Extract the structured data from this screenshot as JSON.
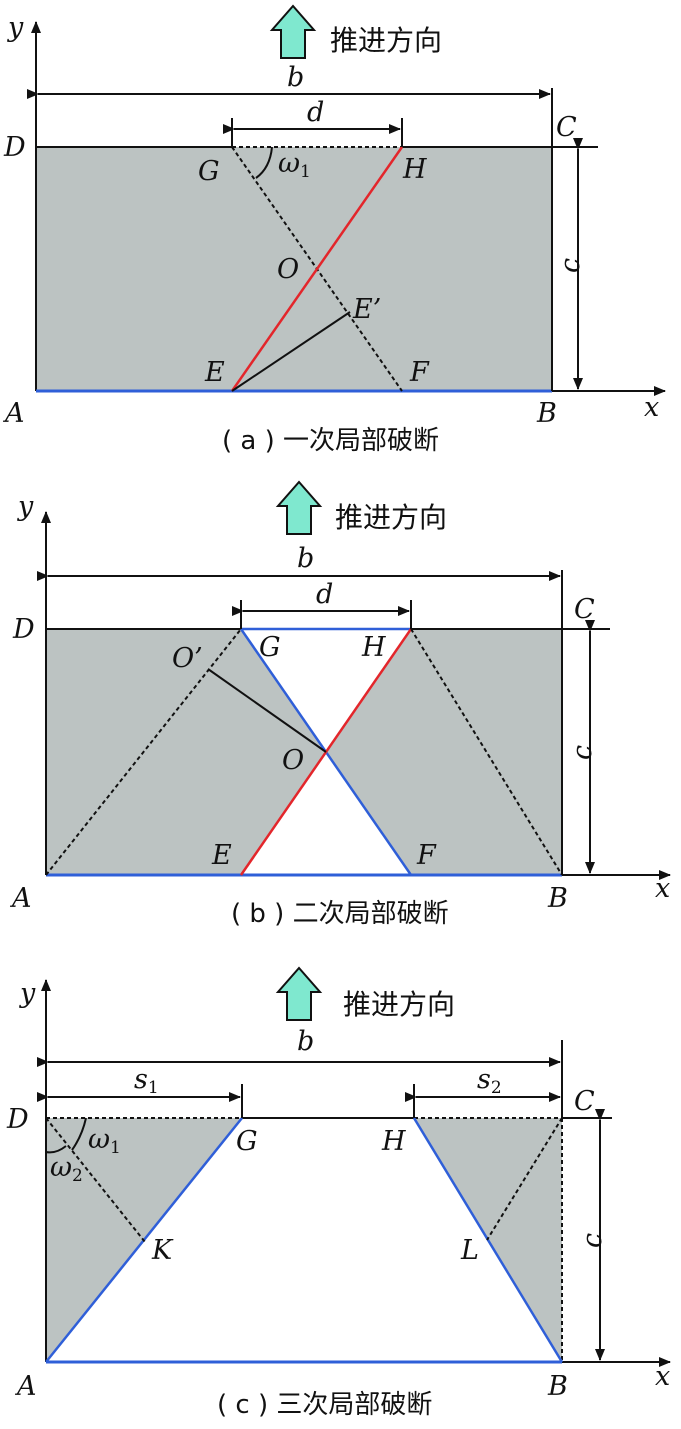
{
  "colors": {
    "fill_gray": "#bcc3c2",
    "red": "#e3262b",
    "blue": "#2f5fd8",
    "arrow_fill": "#7fe8cf",
    "black": "#111111"
  },
  "panel_a": {
    "direction_label": "推进方向",
    "caption": "( a ) 一次局部破断",
    "axis_x": "x",
    "axis_y": "y",
    "dim_b": "b",
    "dim_c": "c",
    "dim_d": "d",
    "angle": "ω",
    "angle_sub": "1",
    "points": {
      "A": "A",
      "B": "B",
      "C": "C",
      "D": "D",
      "E": "E",
      "F": "F",
      "G": "G",
      "H": "H",
      "O": "O",
      "E2": "E’"
    }
  },
  "panel_b": {
    "direction_label": "推进方向",
    "caption": "( b ) 二次局部破断",
    "axis_x": "x",
    "axis_y": "y",
    "dim_b": "b",
    "dim_c": "c",
    "dim_d": "d",
    "points": {
      "A": "A",
      "B": "B",
      "C": "C",
      "D": "D",
      "E": "E",
      "F": "F",
      "G": "G",
      "H": "H",
      "O": "O",
      "O2": "O’"
    }
  },
  "panel_c": {
    "direction_label": "推进方向",
    "caption": "( c ) 三次局部破断",
    "axis_x": "x",
    "axis_y": "y",
    "dim_b": "b",
    "dim_c": "c",
    "dim_s1": "s",
    "dim_s1_sub": "1",
    "dim_s2": "s",
    "dim_s2_sub": "2",
    "angle1": "ω",
    "angle1_sub": "1",
    "angle2": "ω",
    "angle2_sub": "2",
    "points": {
      "A": "A",
      "B": "B",
      "C": "C",
      "D": "D",
      "G": "G",
      "H": "H",
      "K": "K",
      "L": "L"
    }
  }
}
